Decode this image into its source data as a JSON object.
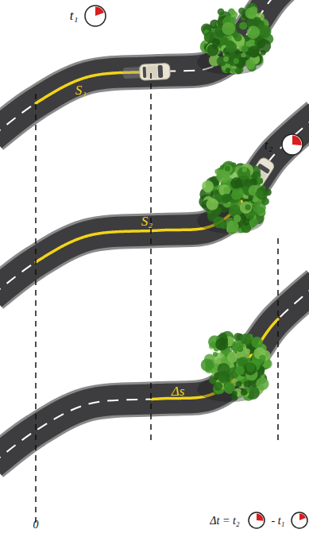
{
  "diagram": {
    "labels": [
      "t₁",
      "S₁",
      "t₂",
      "S₂",
      "Δs",
      "0",
      "Δt = t₂",
      "- t₁"
    ]
  }
}
